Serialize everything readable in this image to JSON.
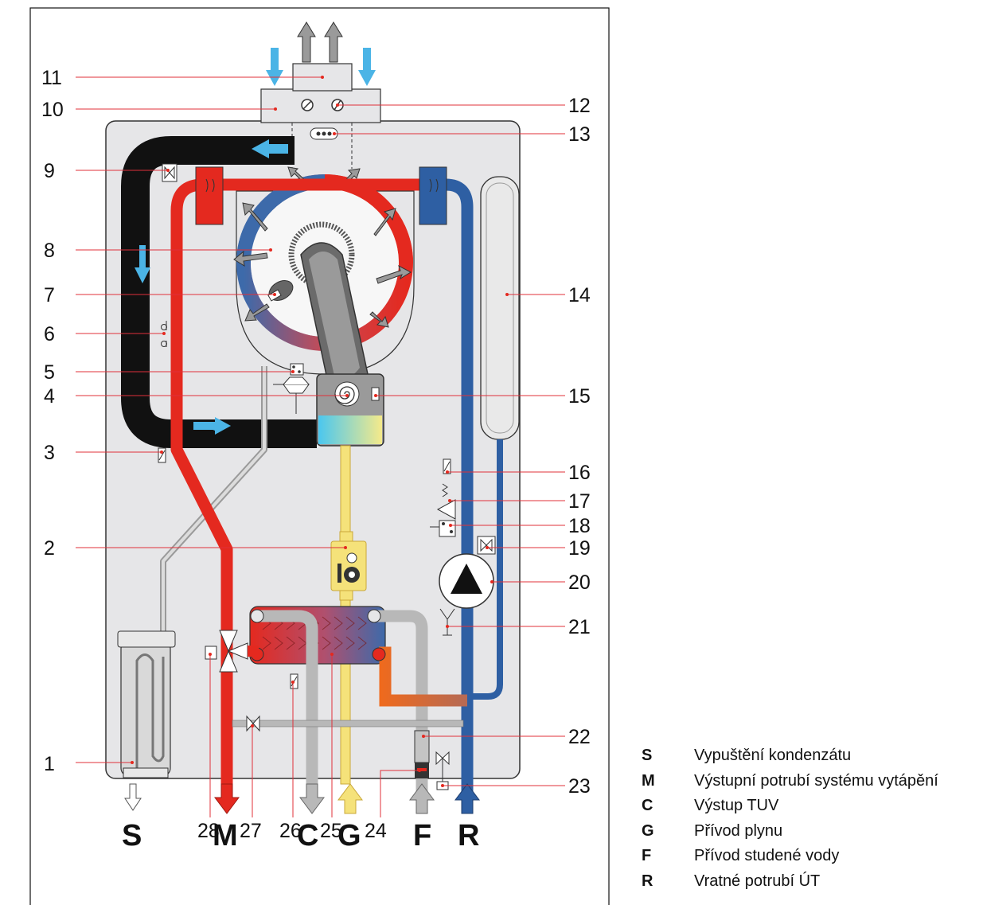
{
  "callouts": [
    "1",
    "2",
    "3",
    "4",
    "5",
    "6",
    "7",
    "8",
    "9",
    "10",
    "11",
    "12",
    "13",
    "14",
    "15",
    "16",
    "17",
    "18",
    "19",
    "20",
    "21",
    "22",
    "23",
    "24",
    "25",
    "26",
    "27",
    "28"
  ],
  "connections": [
    "S",
    "M",
    "C",
    "G",
    "F",
    "R"
  ],
  "legend": [
    {
      "code": "S",
      "text": "Vypuštění kondenzátu"
    },
    {
      "code": "M",
      "text": "Výstupní potrubí systému vytápění"
    },
    {
      "code": "C",
      "text": "Výstup TUV"
    },
    {
      "code": "G",
      "text": "Přívod plynu"
    },
    {
      "code": "F",
      "text": "Přívod studené vody"
    },
    {
      "code": "R",
      "text": "Vratné potrubí ÚT"
    }
  ],
  "colors": {
    "flow_hot": "#e4291f",
    "return_cold": "#2e5fa3",
    "flue": "#111111",
    "gas": "#f5e27a",
    "water_grey": "#b8b8b8",
    "air_arrow": "#4bb4e6",
    "casing": "#e6e6e8"
  }
}
